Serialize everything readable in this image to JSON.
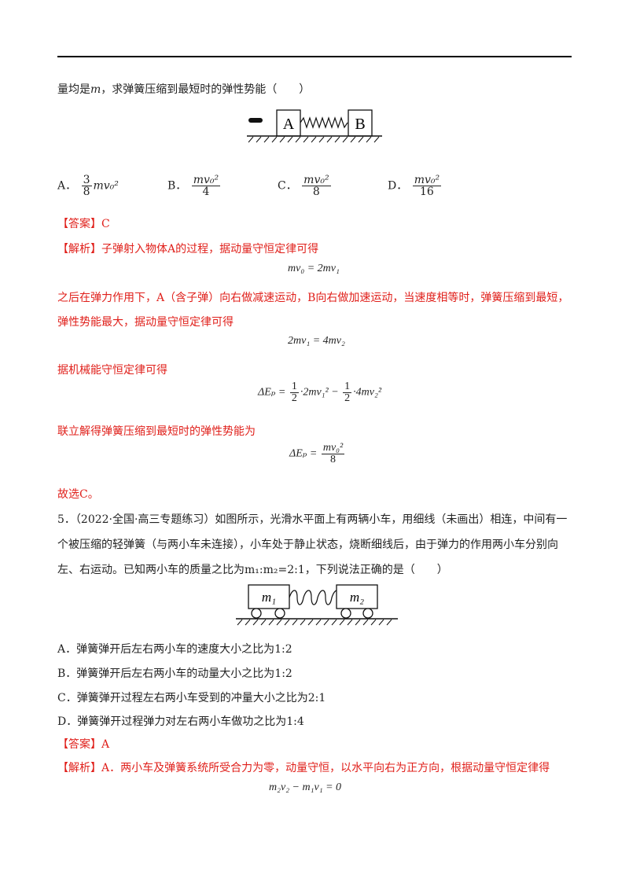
{
  "q4": {
    "stem_tail": "量均是",
    "stem_var": "m",
    "stem_rest": "，求弹簧压缩到最短时的弹性势能（　　）",
    "fig_label_a": "A",
    "fig_label_b": "B",
    "options": [
      "A．",
      "B．",
      "C．",
      "D．"
    ],
    "opt_a_num": "3",
    "opt_a_den": "8",
    "opt_a_tail": "mv₀²",
    "opt_b_num": "mv₀²",
    "opt_b_den": "4",
    "opt_c_num": "mv₀²",
    "opt_c_den": "8",
    "opt_d_num": "mv₀²",
    "opt_d_den": "16",
    "answer": "【答案】C",
    "analysis_label": "【解析】",
    "analysis_1": "子弹射入物体A的过程，据动量守恒定律可得",
    "eq1": "mv₀ = 2mv₁",
    "analysis_2": "之后在弹力作用下，A（含子弹）向右做减速运动，B向右做加速运动，当速度相等时，弹簧压缩到最短，",
    "analysis_3": "弹性势能最大，据动量守恒定律可得",
    "eq2": "2mv₁ = 4mv₂",
    "analysis_4": "据机械能守恒定律可得",
    "eq3_left": "ΔEₚ =",
    "eq3_half": "1",
    "eq3_two": "2",
    "eq3_mid": "·2mv₁² −",
    "eq3_end": "·4mv₂²",
    "analysis_5": "联立解得弹簧压缩到最短时的弹性势能为",
    "eq4_left": "ΔEₚ =",
    "eq4_num": "mv₀²",
    "eq4_den": "8",
    "conclusion": "故选C。"
  },
  "q5": {
    "line1": "5．（2022·全国·高三专题练习）如图所示，光滑水平面上有两辆小车，用细线（未画出）相连，中间有一",
    "line2": "个被压缩的轻弹簧（与两小车未连接），小车处于静止状态，烧断细线后，由于弹力的作用两小车分别向",
    "line3": "左、右运动。已知两小车的质量之比为m₁:m₂=2:1，下列说法正确的是（　　）",
    "fig_m1": "m₁",
    "fig_m2": "m₂",
    "opt_a": "A．弹簧弹开后左右两小车的速度大小之比为1:2",
    "opt_b": "B．弹簧弹开后左右两小车的动量大小之比为1:2",
    "opt_c": "C．弹簧弹开过程左右两小车受到的冲量大小之比为2:1",
    "opt_d": "D．弹簧弹开过程弹力对左右两小车做功之比为1:4",
    "answer": "【答案】A",
    "analysis_label": "【解析】",
    "analysis_1": "A．两小车及弹簧系统所受合力为零，动量守恒，以水平向右为正方向，根据动量守恒定律得",
    "eq1": "m₂v₂ − m₁v₁ = 0"
  }
}
